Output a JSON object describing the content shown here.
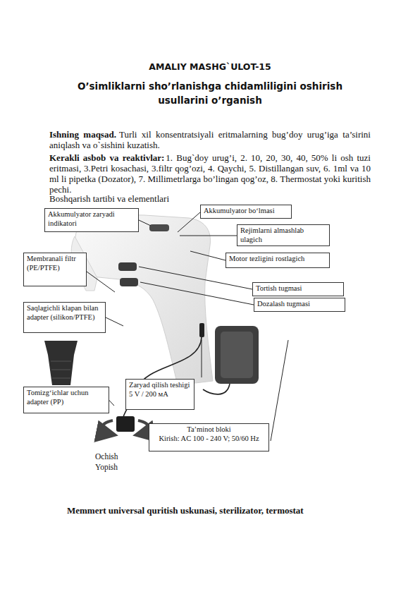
{
  "diagram": {
    "title": "AMALIY MASHG`ULOT-15",
    "caption": "Memmert universal quritish uskunasi, sterilizator, termostat",
    "nodes": [
      {
        "text": [
          "Akkumulyator zaryadi indikatori"
        ]
      },
      {
        "text": [
          "Akkumulyator bo‘lmasi"
        ]
      },
      {
        "text": [
          "Rejimlarni almashlab ulagich"
        ]
      },
      {
        "text": [
          "Membranali filtr (PE/PTFE)"
        ]
      },
      {
        "text": [
          "Motor tezligini rostlagich"
        ]
      },
      {
        "text": [
          "Tortish tugmasi"
        ]
      },
      {
        "text": [
          "Saqlagichli klapan bilan adapter (silikon/PTFE)"
        ]
      },
      {
        "text": [
          "Dozalash tugmasi"
        ]
      },
      {
        "text": [
          "Zaryad qilish teshigi 5 V / 200 мА"
        ]
      },
      {
        "text": [
          "Tomizg‘ichlar uchun adapter (PP)"
        ]
      },
      {
        "text": [
          "Ta’minot bloki",
          "Kirish: AC 100 - 240 V; 50/60 Hz"
        ]
      }
    ],
    "labels": [
      "O’simliklarni sho’rlanishga chidamliligini oshirish usullarini o’rganish",
      "Ishning maqsad.",
      "Turli xil konsentratsiyali eritmalarning bug’doy urug’iga ta’sirini aniqlash va o`sishini kuzatish.",
      "Kerakli asbob va reaktivlar:",
      "1. Bug`doy urug’i, 2. 10, 20, 30, 40, 50% li osh tuzi eritmasi, 3.Petri kosachasi, 3.filtr qog’ozi, 4. Qaychi, 5. Distillangan suv, 6. 1ml va 10 ml li pipetka (Dozator), 7. Millimetrlarga bo’lingan qog’oz, 8. Thermostat yoki kuritish pechi.",
      "Boshqarish tartibi va elementlari",
      "Ochish",
      "Yopish"
    ]
  }
}
